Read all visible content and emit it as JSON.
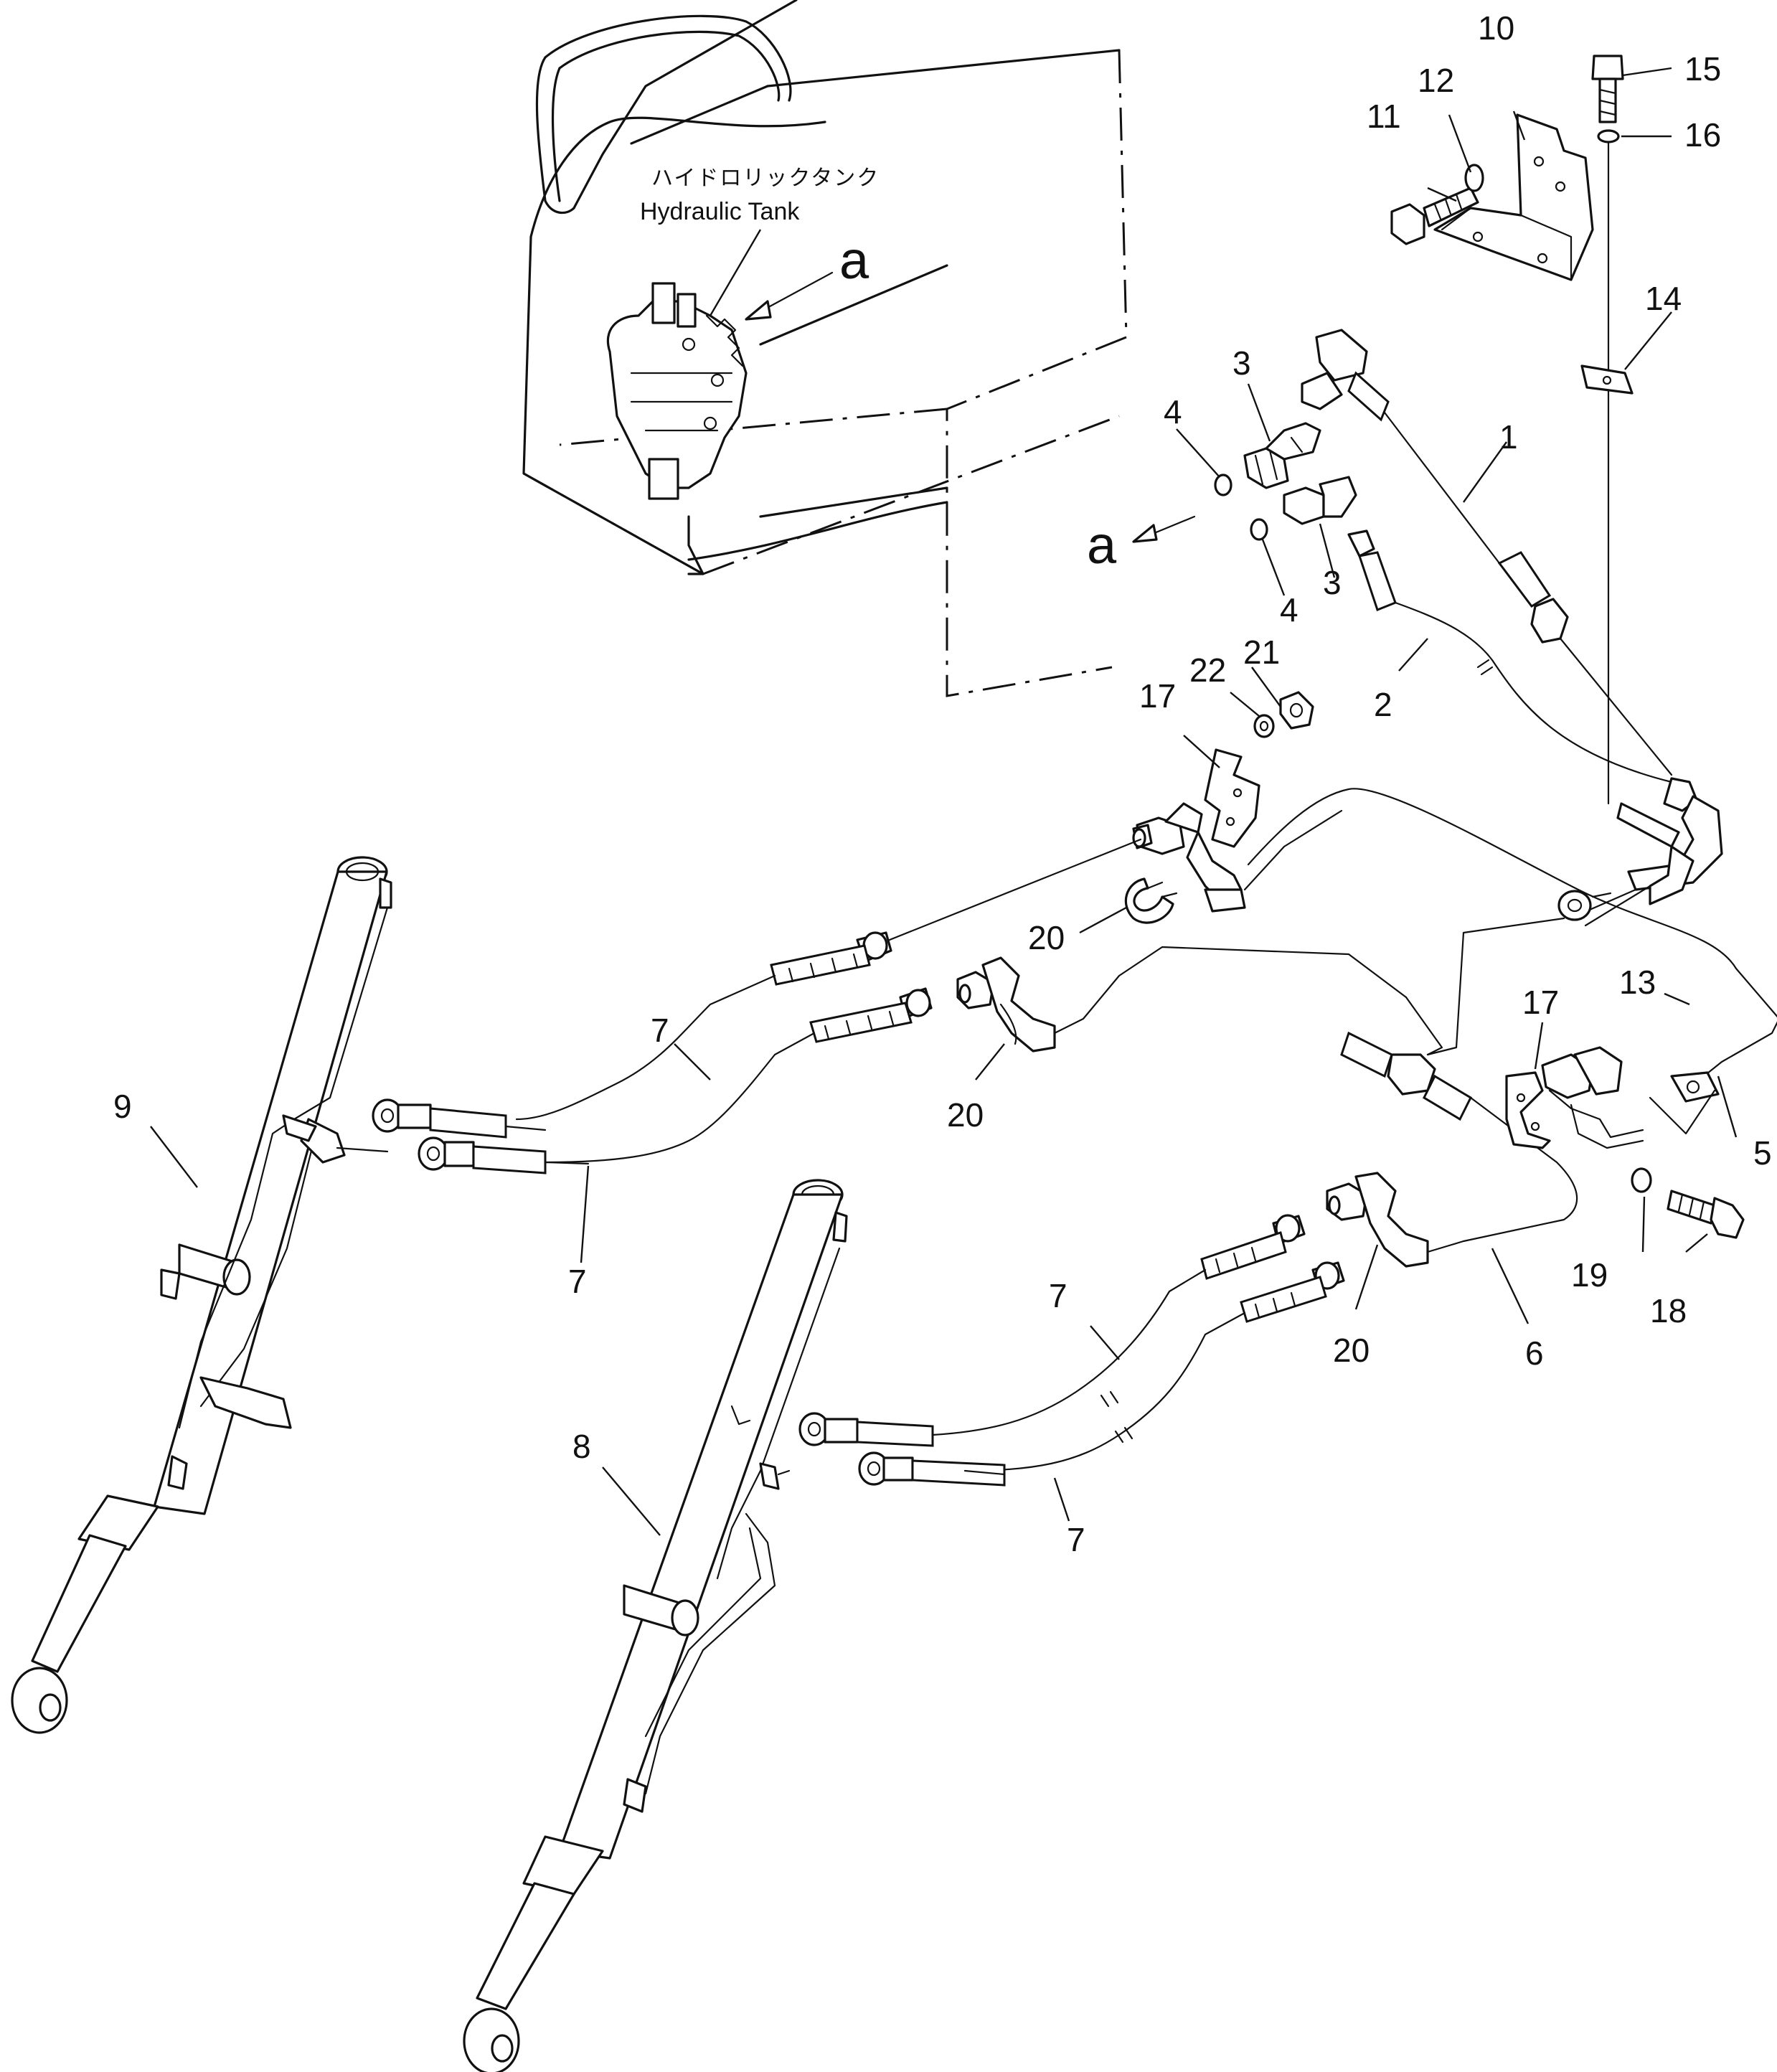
{
  "tank": {
    "label_jp": "ハイドロリックタンク",
    "label_en": "Hydraulic Tank"
  },
  "view_ref": {
    "top": "a",
    "side": "a"
  },
  "callouts": [
    {
      "id": "c1",
      "text": "1"
    },
    {
      "id": "c2",
      "text": "2"
    },
    {
      "id": "c3a",
      "text": "3"
    },
    {
      "id": "c3b",
      "text": "3"
    },
    {
      "id": "c4a",
      "text": "4"
    },
    {
      "id": "c4b",
      "text": "4"
    },
    {
      "id": "c5",
      "text": "5"
    },
    {
      "id": "c6",
      "text": "6"
    },
    {
      "id": "c7a",
      "text": "7"
    },
    {
      "id": "c7b",
      "text": "7"
    },
    {
      "id": "c7c",
      "text": "7"
    },
    {
      "id": "c7d",
      "text": "7"
    },
    {
      "id": "c8",
      "text": "8"
    },
    {
      "id": "c9",
      "text": "9"
    },
    {
      "id": "c10",
      "text": "10"
    },
    {
      "id": "c11",
      "text": "11"
    },
    {
      "id": "c12",
      "text": "12"
    },
    {
      "id": "c13",
      "text": "13"
    },
    {
      "id": "c14",
      "text": "14"
    },
    {
      "id": "c15",
      "text": "15"
    },
    {
      "id": "c16",
      "text": "16"
    },
    {
      "id": "c17a",
      "text": "17"
    },
    {
      "id": "c17b",
      "text": "17"
    },
    {
      "id": "c18",
      "text": "18"
    },
    {
      "id": "c19",
      "text": "19"
    },
    {
      "id": "c20a",
      "text": "20"
    },
    {
      "id": "c20b",
      "text": "20"
    },
    {
      "id": "c20c",
      "text": "20"
    },
    {
      "id": "c21",
      "text": "21"
    },
    {
      "id": "c22",
      "text": "22"
    }
  ]
}
